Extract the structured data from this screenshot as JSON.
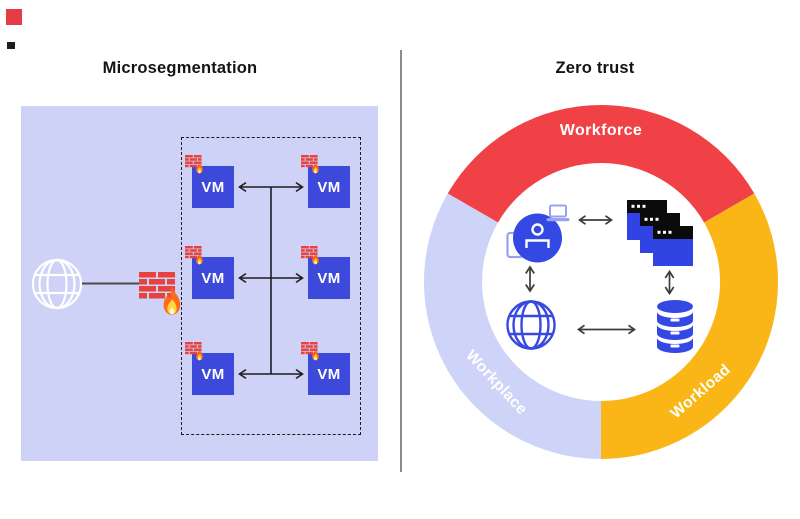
{
  "left_panel": {
    "title": "Microsegmentation",
    "vms": [
      {
        "label": "VM"
      },
      {
        "label": "VM"
      },
      {
        "label": "VM"
      },
      {
        "label": "VM"
      },
      {
        "label": "VM"
      },
      {
        "label": "VM"
      }
    ]
  },
  "zero_trust": {
    "title": "Zero trust",
    "segments": [
      {
        "label": "Workforce",
        "color": "#ef4146"
      },
      {
        "label": "Workplace",
        "color": "#cdd4f8"
      },
      {
        "label": "Workload",
        "color": "#f9b616"
      }
    ]
  },
  "icons": {
    "internet": "globe-outline",
    "firewall": "brick-wall-with-flame",
    "vm_firewall": "mini-brick-wall-with-flame",
    "user": "person-in-circle",
    "laptop": "laptop-outline",
    "phone": "phone-outline",
    "applications": "stacked-terminal-windows",
    "network": "globe-outline",
    "data": "database-cylinder"
  },
  "colors": {
    "panel_background": "#cdd2f6",
    "vm_blue": "#3c49da",
    "icon_blue": "#3448e4",
    "accent_light_blue": "#96a2f2",
    "brick_red": "#e8423e",
    "flame_orange": "#fc6b1e",
    "flame_yellow": "#ffd53c",
    "arrow_dark": "#2a2a2a",
    "divider_gray": "#8c8c8c",
    "marker_red": "#e63a46"
  }
}
